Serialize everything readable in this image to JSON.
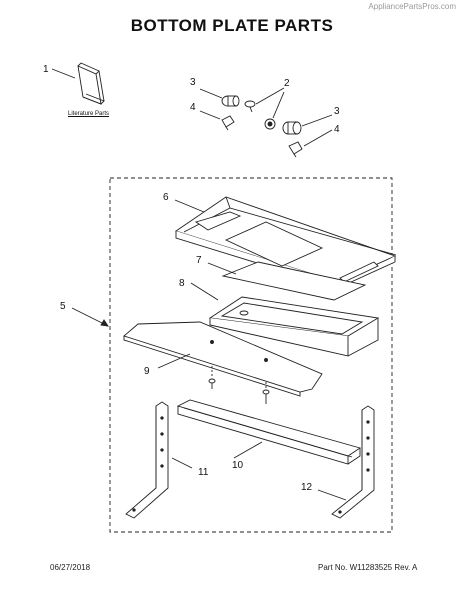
{
  "watermark": "AppliancePartsPros.com",
  "title": "BOTTOM PLATE PARTS",
  "literature_label": "Literature Parts",
  "callouts": {
    "c1": "1",
    "c2": "2",
    "c3a": "3",
    "c3b": "3",
    "c4a": "4",
    "c4b": "4",
    "c5": "5",
    "c6": "6",
    "c7": "7",
    "c8": "8",
    "c9": "9",
    "c10": "10",
    "c11": "11",
    "c12": "12"
  },
  "footer": {
    "date": "06/27/2018",
    "part_no": "Part No.  W11283525  Rev. A"
  }
}
